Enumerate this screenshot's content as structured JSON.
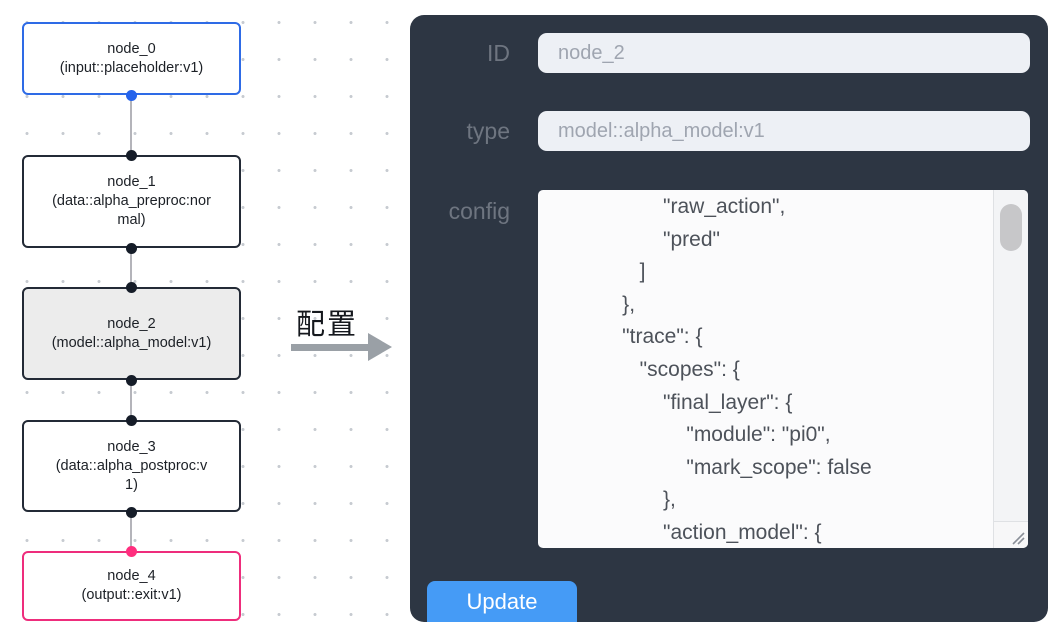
{
  "flow": {
    "nodes": [
      {
        "id": "node_0",
        "title": "node_0",
        "subtitle": "(input::placeholder:v1)",
        "accent": "#2e6be6",
        "selected": false
      },
      {
        "id": "node_1",
        "title": "node_1",
        "subtitle": "(data::alpha_preproc:normal)",
        "accent": "#232a36",
        "selected": false
      },
      {
        "id": "node_2",
        "title": "node_2",
        "subtitle": "(model::alpha_model:v1)",
        "accent": "#232a36",
        "selected": true
      },
      {
        "id": "node_3",
        "title": "node_3",
        "subtitle": "(data::alpha_postproc:v1)",
        "accent": "#232a36",
        "selected": false
      },
      {
        "id": "node_4",
        "title": "node_4",
        "subtitle": "(output::exit:v1)",
        "accent": "#ee2d7c",
        "selected": false
      }
    ],
    "port_colors": {
      "input": "#2563eb",
      "default": "#151c28",
      "output": "#ff2e7e"
    }
  },
  "annotation": {
    "label": "配置"
  },
  "panel": {
    "bg_color": "#2d3643",
    "fields": [
      {
        "label": "ID",
        "value": "node_2"
      },
      {
        "label": "type",
        "value": "model::alpha_model:v1"
      }
    ],
    "config": {
      "label": "config",
      "lines": [
        "                  \"raw_action\",",
        "                  \"pred\"",
        "              ]",
        "           },",
        "           \"trace\": {",
        "              \"scopes\": {",
        "                  \"final_layer\": {",
        "                      \"module\": \"pi0\",",
        "                      \"mark_scope\": false",
        "                  },",
        "                  \"action_model\": {"
      ]
    },
    "update_button": {
      "label": "Update",
      "bg_color": "#459bf6"
    }
  }
}
